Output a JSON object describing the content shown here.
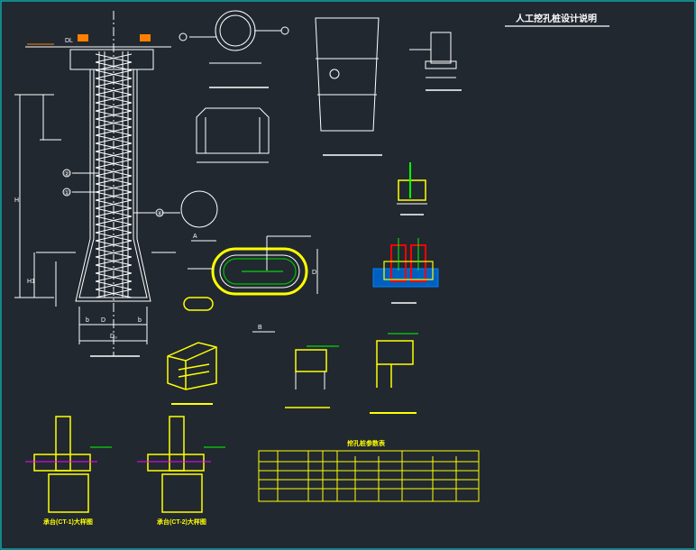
{
  "title": "人工挖孔桩设计说明",
  "main_pile": {
    "label_dl": "DL",
    "label_h": "H",
    "label_h1": "H1",
    "label_d": "D",
    "label_b_left": "b",
    "label_b_right": "b",
    "label_d0": "D₀",
    "callout_1": "①",
    "callout_2": "②",
    "callout_4": "④"
  },
  "section_marks": {
    "a": "A",
    "b": "B"
  },
  "ellipse_label_d": "D",
  "table": {
    "title": "挖孔桩参数表"
  },
  "captions": {
    "cap_left": "承台(CT-1)大样图",
    "cap_right": "承台(CT-2)大样图",
    "mini_table_1": "",
    "mini_table_2": ""
  },
  "colors": {
    "background": "#212830",
    "line": "#ffffff",
    "yellow": "#ffff00",
    "green": "#00ff00",
    "red": "#ff0000",
    "magenta": "#ff00ff",
    "blue": "#0080ff",
    "cyan": "#00ffff",
    "orange": "#ff8000"
  }
}
